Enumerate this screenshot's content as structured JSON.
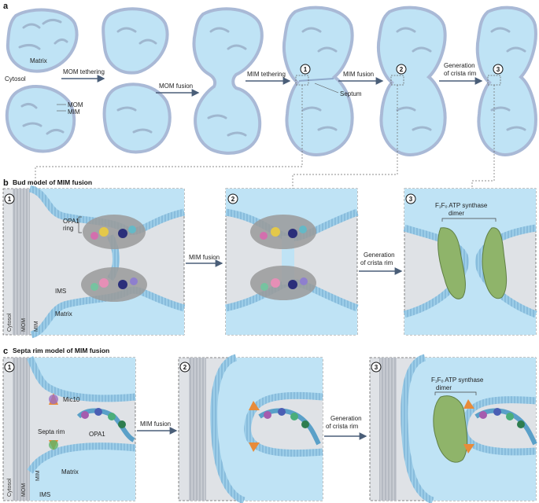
{
  "panel_a": {
    "letter": "a",
    "labels": {
      "matrix": "Matrix",
      "cytosol": "Cytosol",
      "mom": "MOM",
      "mim": "MIM",
      "septum": "Septum"
    },
    "steps": [
      "MOM tethering",
      "MOM fusion",
      "MIM tethering",
      "MIM fusion"
    ],
    "step5_line1": "Generation",
    "step5_line2": "of crista rim",
    "markers": [
      "1",
      "2",
      "3"
    ]
  },
  "panel_b": {
    "letter": "b",
    "title": "Bud model of MIM fusion",
    "markers": [
      "1",
      "2",
      "3"
    ],
    "labels": {
      "opa1_line1": "OPA1",
      "opa1_line2": "ring",
      "ims": "IMS",
      "matrix": "Matrix",
      "mom": "MOM",
      "mim": "MIM",
      "cytosol": "Cytosol",
      "atp_line1": "F₁Fₒ ATP synthase",
      "atp_line2": "dimer"
    },
    "arrow1": "MIM fusion",
    "arrow2_line1": "Generation",
    "arrow2_line2": "of crista rim"
  },
  "panel_c": {
    "letter": "c",
    "title": "Septa rim model of MIM fusion",
    "markers": [
      "1",
      "2",
      "3"
    ],
    "labels": {
      "mic10": "Mic10",
      "septa_rim": "Septa rim",
      "opa1": "OPA1",
      "matrix": "Matrix",
      "mim": "MIM",
      "mom": "MOM",
      "ims": "IMS",
      "cytosol": "Cytosol",
      "atp_line1": "F₁Fₒ ATP synthase",
      "atp_line2": "dimer"
    },
    "arrow1": "MIM fusion",
    "arrow2_line1": "Generation",
    "arrow2_line2": "of crista rim"
  },
  "colors": {
    "matrix_fill": "#bfe3f5",
    "membrane": "#8fa9cc",
    "membrane_outer": "#a9b9d6",
    "ims_gray": "#dcdfe3",
    "cristae": "#9fb7cf",
    "arrow": "#4a5e78",
    "protein_gray": "#9a9a9a",
    "atp_green": "#8fb46a"
  }
}
